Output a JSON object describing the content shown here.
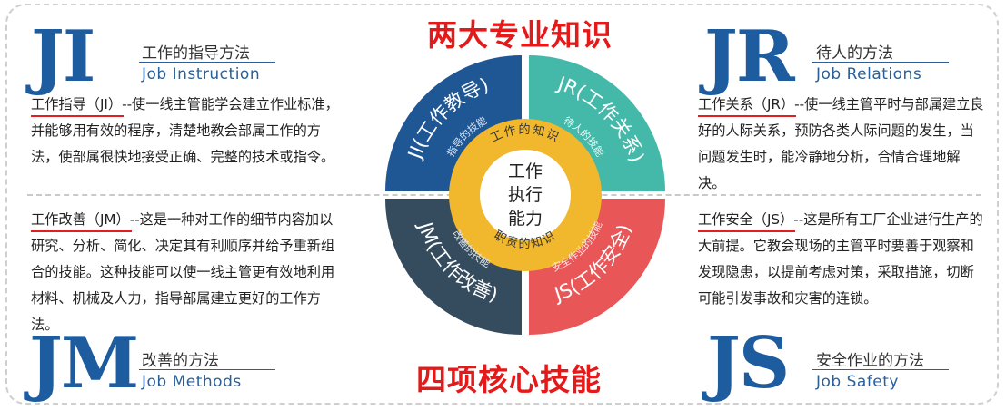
{
  "headings": {
    "top": "两大专业知识",
    "bottom": "四项核心技能"
  },
  "quadrants": {
    "ji": {
      "letters": "JI",
      "cn": "工作的指导方法",
      "en": "Job  Instruction",
      "term": "工作指导（JI）",
      "desc": "--使一线主管能学会建立作业标准，并能够用有效的程序，清楚地教会部属工作的方法，使部属很快地接受正确、完整的技术或指令。"
    },
    "jr": {
      "letters": "JR",
      "cn": "待人的方法",
      "en": "Job Relations",
      "term": "工作关系（JR）",
      "desc": "--使一线主管平时与部属建立良好的人际关系，预防各类人际问题的发生，当问题发生时，能冷静地分析，合情合理地解决。"
    },
    "jm": {
      "letters": "JM",
      "cn": "改善的方法",
      "en": "Job Methods",
      "term": "工作改善（JM）",
      "desc": "--这是一种对工作的细节内容加以研究、分析、简化、决定其有利顺序并给予重新组合的技能。这种技能可以使一线主管更有效地利用材料、机械及人力，指导部属建立更好的工作方法。"
    },
    "js": {
      "letters": "JS",
      "cn": "安全作业的方法",
      "en": "Job  Safety",
      "term": "工作安全（JS）",
      "desc": "--这是所有工厂企业进行生产的大前提。它教会现场的主管平时要善于观察和发现隐患，以提前考虑对策，采取措施，切断可能引发事故和灾害的连锁。"
    }
  },
  "wheel": {
    "center": [
      "工作",
      "执行",
      "能力"
    ],
    "inner_top": "工作的知识",
    "inner_bottom": "职责的知识",
    "segments": {
      "ji": {
        "main": "JI(工作教导)",
        "sub": "指导的技能",
        "color": "#1f5694"
      },
      "jr": {
        "main": "JR(工作关系)",
        "sub": "待人的技能",
        "color": "#45b9a9"
      },
      "jm": {
        "main": "JM(工作改善)",
        "sub": "改善的技能",
        "color": "#354b5e"
      },
      "js": {
        "main": "JS(工作安全)",
        "sub": "安全作业的技能",
        "color": "#e85657"
      }
    },
    "ring_color": "#f1b82d",
    "center_color": "#ffffff"
  }
}
